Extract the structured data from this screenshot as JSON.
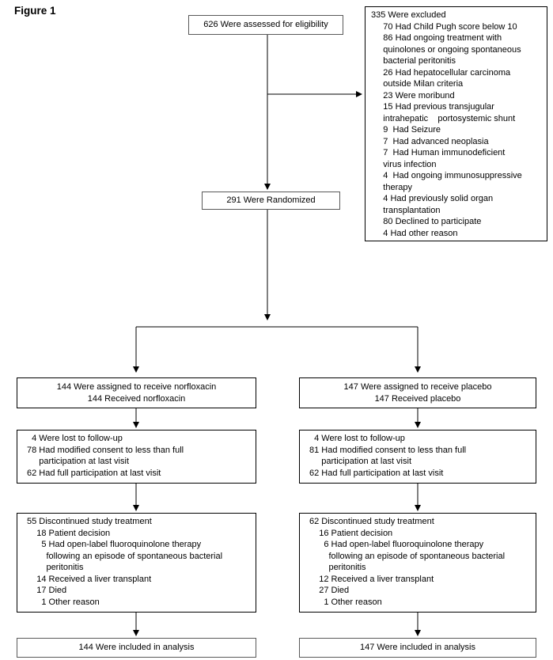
{
  "figure_title": "Figure 1",
  "colors": {
    "box_border": "#000000",
    "light_box_border": "#595959",
    "background": "#ffffff",
    "text": "#000000"
  },
  "flow": {
    "eligibility": "626 Were assessed for eligibility",
    "randomized": "291 Were Randomized",
    "excluded": {
      "lines": [
        "335 Were excluded",
        "     70 Had Child Pugh score below 10",
        "     86 Had ongoing treatment with",
        "     quinolones or ongoing spontaneous",
        "     bacterial peritonitis",
        "     26 Had hepatocellular carcinoma",
        "     outside Milan criteria",
        "     23 Were moribund",
        "     15 Had previous transjugular",
        "     intrahepatic    portosystemic shunt",
        "     9  Had Seizure",
        "     7  Had advanced neoplasia",
        "     7  Had Human immunodeficient",
        "     virus infection",
        "     4  Had ongoing immunosuppressive",
        "     therapy",
        "     4 Had previously solid organ",
        "     transplantation",
        "     80 Declined to participate",
        "     4 Had other reason"
      ]
    },
    "left_arm": {
      "assigned_lines": [
        "144 Were assigned to receive norfloxacin",
        "144 Received norfloxacin"
      ],
      "followup_lines": [
        "  4 Were lost to follow-up",
        "78 Had modified consent to less than full",
        "     participation at last visit",
        "62 Had full participation at last visit"
      ],
      "discontinued_lines": [
        "55 Discontinued study treatment",
        "    18 Patient decision",
        "      5 Had open-label fluoroquinolone therapy",
        "        following an episode of spontaneous bacterial",
        "        peritonitis",
        "    14 Received a liver transplant",
        "    17 Died",
        "      1 Other reason"
      ],
      "analysis": "144 Were included in analysis"
    },
    "right_arm": {
      "assigned_lines": [
        "147 Were assigned to receive placebo",
        "147 Received placebo"
      ],
      "followup_lines": [
        "  4 Were lost to follow-up",
        "81 Had modified consent to less than full",
        "     participation at last visit",
        "62 Had full participation at last visit"
      ],
      "discontinued_lines": [
        "62 Discontinued study treatment",
        "    16 Patient decision",
        "      6 Had open-label fluoroquinolone therapy",
        "        following an episode of spontaneous bacterial",
        "        peritonitis",
        "    12 Received a liver transplant",
        "    27 Died",
        "      1 Other reason"
      ],
      "analysis": "147 Were included in analysis"
    }
  }
}
